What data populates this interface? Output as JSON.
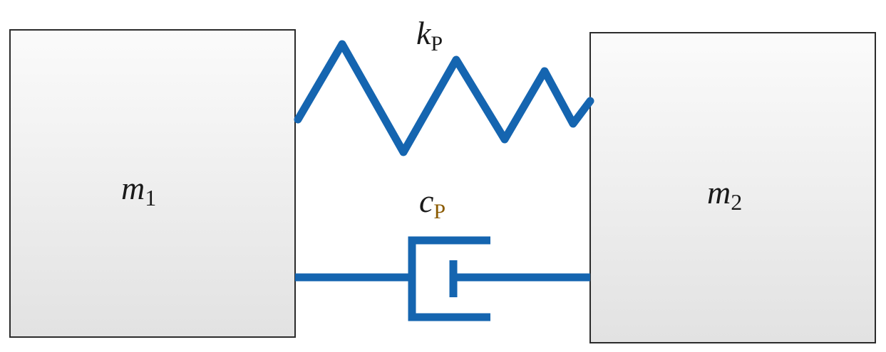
{
  "diagram": {
    "mass1": {
      "symbol": "m",
      "subscript": "1"
    },
    "mass2": {
      "symbol": "m",
      "subscript": "2"
    },
    "spring": {
      "symbol": "k",
      "subscript": "P"
    },
    "damper": {
      "symbol": "c",
      "subscript": "P"
    }
  },
  "colors": {
    "element": "#1565b0",
    "box_border": "#2b2b2b",
    "box_fill_top": "#fbfbfb",
    "box_fill_bottom": "#e2e2e2",
    "label_text": "#1a1a1a",
    "damper_subscript": "#8a5a00"
  }
}
